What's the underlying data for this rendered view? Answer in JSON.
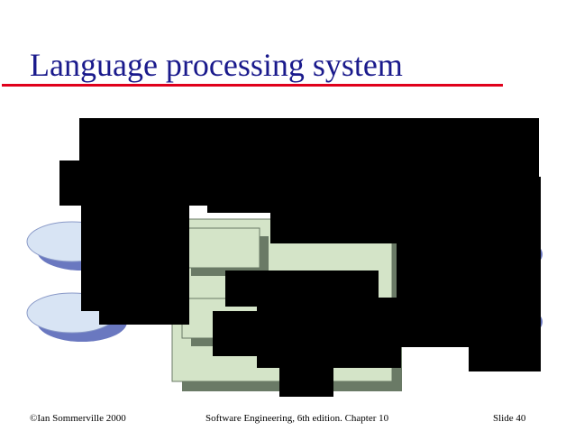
{
  "slide": {
    "title": "Language processing system",
    "colors": {
      "title": "#1a1a8c",
      "rule": "#e0001b",
      "ellipse_fill": "#d8e4f4",
      "ellipse_shadow": "#6a78c0",
      "box_fill": "#d4e4c8",
      "box_shadow": "#6a7a66",
      "occluding_text": "#000000"
    },
    "footer": {
      "left": "©Ian Sommerville 2000",
      "center": "Software Engineering, 6th edition. Chapter 10",
      "right": "Slide 40"
    }
  }
}
